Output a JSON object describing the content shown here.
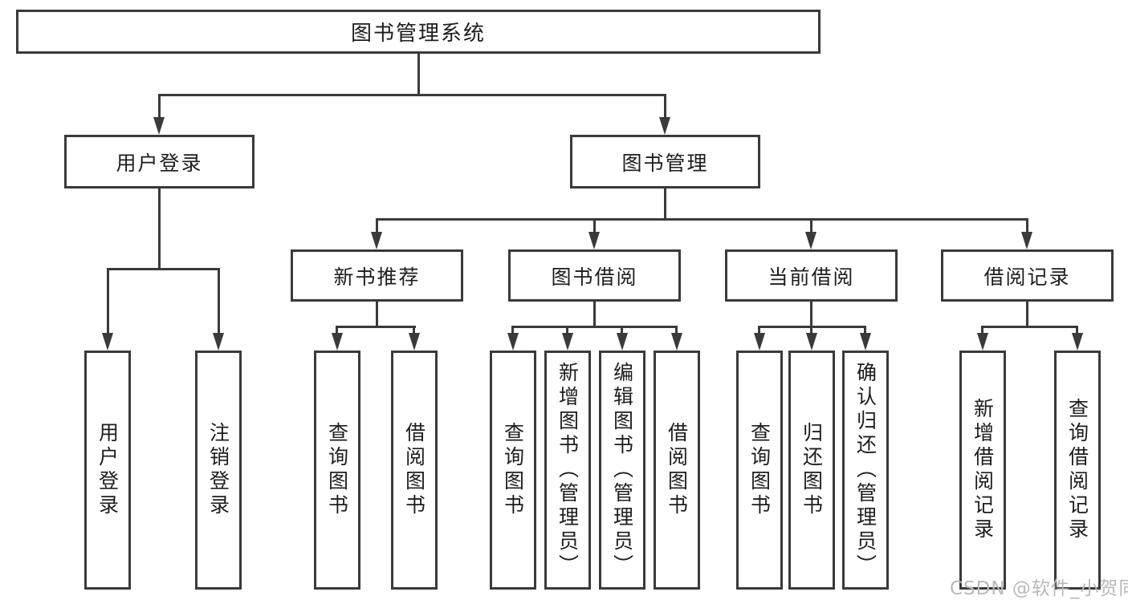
{
  "diagram": {
    "root": {
      "label": "图书管理系统"
    },
    "level2": [
      {
        "label": "用户登录"
      },
      {
        "label": "图书管理"
      }
    ],
    "level3": [
      {
        "label": "新书推荐"
      },
      {
        "label": "图书借阅"
      },
      {
        "label": "当前借阅"
      },
      {
        "label": "借阅记录"
      }
    ],
    "leaves": {
      "user_login": [
        "用户登录",
        "注销登录"
      ],
      "new_book_recommend": [
        "查询图书",
        "借阅图书"
      ],
      "book_borrowing": [
        "查询图书",
        "新增图书（管理员）",
        "编辑图书（管理员）",
        "借阅图书"
      ],
      "current_borrowing": [
        "查询图书",
        "归还图书",
        "确认归还（管理员）"
      ],
      "borrowing_records": [
        "新增借阅记录",
        "查询借阅记录"
      ]
    },
    "watermark": "CSDN @软件_小贺同学",
    "colors": {
      "line": "#3a3a3a",
      "text": "#1d1d1d",
      "watermark": "#b9b9b9",
      "background": "#ffffff"
    }
  }
}
